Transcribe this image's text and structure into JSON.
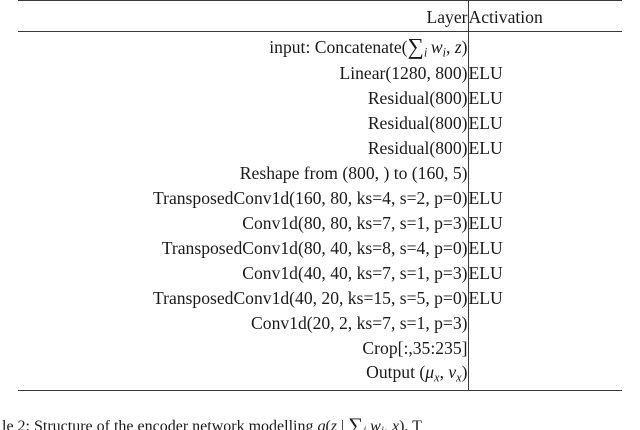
{
  "figure": {
    "kind": "architecture-table",
    "colors": {
      "text": "#1a1a1a",
      "rule": "#3a3a3a",
      "background": "#ffffff"
    }
  },
  "table": {
    "columns": [
      {
        "key": "layer",
        "header": "Layer",
        "align": "right"
      },
      {
        "key": "activation",
        "header": "Activation",
        "align": "left"
      }
    ],
    "rows": [
      {
        "layer_html": "input: Concatenate(<span class=\"bigsum\">&sum;</span><span class=\"sub\">i</span>&thinsp;<span class=\"mathit\">w</span><span class=\"sub\">i</span>, <span class=\"mathit\">z</span>)",
        "layer_text": "input: Concatenate(∑_i w_i, z)",
        "activation": ""
      },
      {
        "layer_html": "Linear(1280, 800)",
        "layer_text": "Linear(1280, 800)",
        "activation": "ELU"
      },
      {
        "layer_html": "Residual(800)",
        "layer_text": "Residual(800)",
        "activation": "ELU"
      },
      {
        "layer_html": "Residual(800)",
        "layer_text": "Residual(800)",
        "activation": "ELU"
      },
      {
        "layer_html": "Residual(800)",
        "layer_text": "Residual(800)",
        "activation": "ELU"
      },
      {
        "layer_html": "Reshape from (800, ) to (160, 5)",
        "layer_text": "Reshape from (800, ) to (160, 5)",
        "activation": ""
      },
      {
        "layer_html": "TransposedConv1d(160, 80, ks=4, s=2, p=0)",
        "layer_text": "TransposedConv1d(160, 80, ks=4, s=2, p=0)",
        "activation": "ELU"
      },
      {
        "layer_html": "Conv1d(80, 80, ks=7, s=1, p=3)",
        "layer_text": "Conv1d(80, 80, ks=7, s=1, p=3)",
        "activation": "ELU"
      },
      {
        "layer_html": "TransposedConv1d(80, 40, ks=8, s=4, p=0)",
        "layer_text": "TransposedConv1d(80, 40, ks=8, s=4, p=0)",
        "activation": "ELU"
      },
      {
        "layer_html": "Conv1d(40, 40, ks=7, s=1, p=3)",
        "layer_text": "Conv1d(40, 40, ks=7, s=1, p=3)",
        "activation": "ELU"
      },
      {
        "layer_html": "TransposedConv1d(40, 20, ks=15, s=5, p=0)",
        "layer_text": "TransposedConv1d(40, 20, ks=15, s=5, p=0)",
        "activation": "ELU"
      },
      {
        "layer_html": "Conv1d(20, 2, ks=7, s=1, p=3)",
        "layer_text": "Conv1d(20, 2, ks=7, s=1, p=3)",
        "activation": ""
      },
      {
        "layer_html": "Crop[:,35:235]",
        "layer_text": "Crop[:,35:235]",
        "activation": ""
      },
      {
        "layer_html": "Output (<span class=\"mathit\">&mu;</span><span class=\"sub\">x</span>, <span class=\"mathit\">&nu;</span><span class=\"sub\">x</span>)",
        "layer_text": "Output (μ_x, ν_x)",
        "activation": ""
      }
    ]
  },
  "caption": {
    "text_html": "le 2: Structure of the encoder network modelling <span class=\"mathit\">q</span>(<span class=\"mathit\">z</span> | <span class=\"bigsum\">&sum;</span><span class=\"sub\">i</span> <span class=\"mathit\">w</span><span class=\"sub\">i</span>, <span class=\"mathit\">x</span>). T",
    "text": "le 2: Structure of the encoder network modelling q(z | ∑_i w_i, x). T",
    "note": "clipped at bottom edge of image"
  }
}
